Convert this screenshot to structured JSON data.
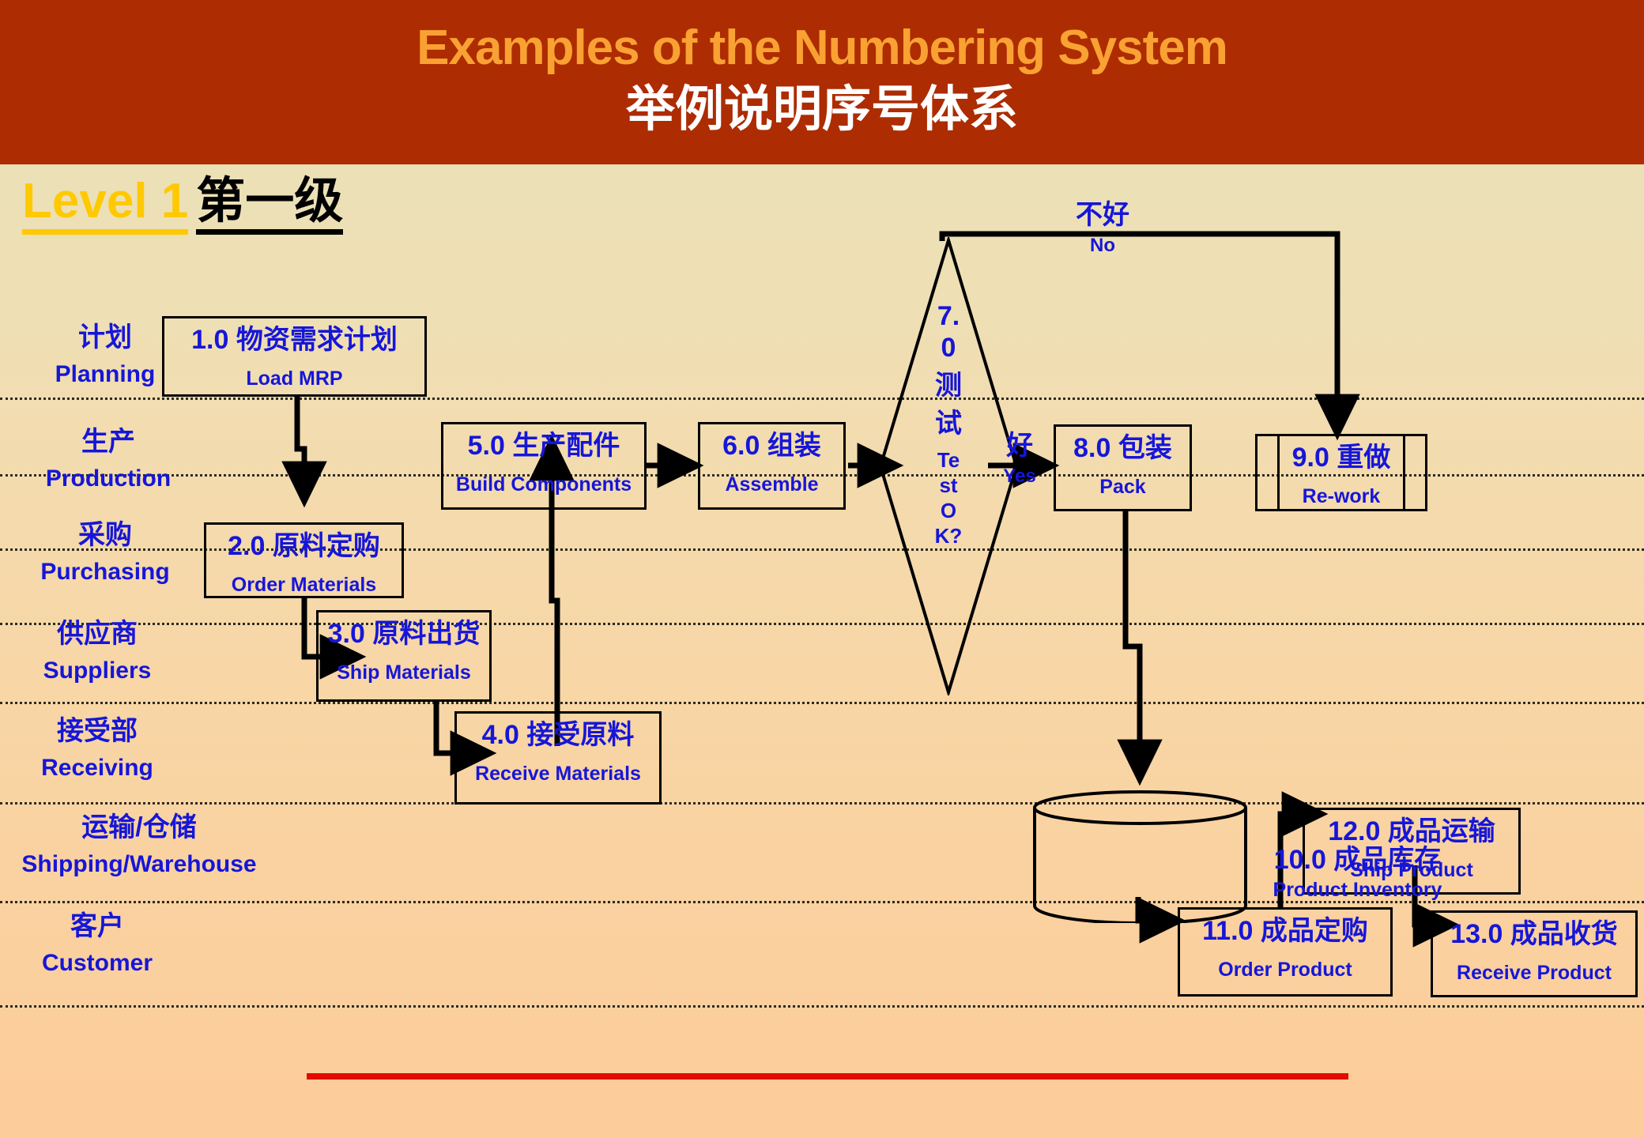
{
  "banner": {
    "title_en": "Examples of the Numbering System",
    "title_zh": "举例说明序号体系",
    "bg_color": "#AD2C02",
    "en_color": "#F9A132",
    "zh_color": "#FFFFFF"
  },
  "heading": {
    "level_en": "Level 1",
    "level_zh": "第一级",
    "en_color": "#FFC900",
    "zh_color": "#000000"
  },
  "colors": {
    "text_blue": "#1616D8",
    "line_black": "#000000",
    "red_rule": "#E20B00",
    "bg_top": "#E8E1BA",
    "bg_bottom": "#FCCC99"
  },
  "lanes": [
    {
      "zh": "计划",
      "en": "Planning"
    },
    {
      "zh": "生产",
      "en": "Production"
    },
    {
      "zh": "采购",
      "en": "Purchasing"
    },
    {
      "zh": "供应商",
      "en": "Suppliers"
    },
    {
      "zh": "接受部",
      "en": "Receiving"
    },
    {
      "zh": "运输/仓储",
      "en": "Shipping/Warehouse"
    },
    {
      "zh": "客户",
      "en": "Customer"
    }
  ],
  "nodes": [
    {
      "id": "n1",
      "num": "1.0",
      "zh": "物资需求计划",
      "en": "Load MRP",
      "shape": "process",
      "lane": "Planning"
    },
    {
      "id": "n2",
      "num": "2.0",
      "zh": "原料定购",
      "en": "Order Materials",
      "shape": "process",
      "lane": "Purchasing"
    },
    {
      "id": "n3",
      "num": "3.0",
      "zh": "原料出货",
      "en": "Ship Materials",
      "shape": "process",
      "lane": "Suppliers"
    },
    {
      "id": "n4",
      "num": "4.0",
      "zh": "接受原料",
      "en": "Receive Materials",
      "shape": "process",
      "lane": "Receiving"
    },
    {
      "id": "n5",
      "num": "5.0",
      "zh": "生产配件",
      "en": "Build Components",
      "shape": "process",
      "lane": "Production"
    },
    {
      "id": "n6",
      "num": "6.0",
      "zh": "组装",
      "en": "Assemble",
      "shape": "process",
      "lane": "Production"
    },
    {
      "id": "n7",
      "num": "7.0",
      "zh": "测试",
      "en": "Test OK?",
      "shape": "decision",
      "lane": "Production"
    },
    {
      "id": "n8",
      "num": "8.0",
      "zh": "包装",
      "en": "Pack",
      "shape": "process",
      "lane": "Production"
    },
    {
      "id": "n9",
      "num": "9.0",
      "zh": "重做",
      "en": "Re-work",
      "shape": "predefined-process",
      "lane": "Production"
    },
    {
      "id": "n10",
      "num": "10.0",
      "zh": "成品库存",
      "en": "Product Inventory",
      "shape": "cylinder",
      "lane": "Shipping/Warehouse"
    },
    {
      "id": "n11",
      "num": "11.0",
      "zh": "成品定购",
      "en": "Order Product",
      "shape": "process",
      "lane": "Customer"
    },
    {
      "id": "n12",
      "num": "12.0",
      "zh": "成品运输",
      "en": "Ship Product",
      "shape": "process",
      "lane": "Shipping/Warehouse"
    },
    {
      "id": "n13",
      "num": "13.0",
      "zh": "成品收货",
      "en": "Receive Product",
      "shape": "process",
      "lane": "Customer"
    }
  ],
  "node_labels": {
    "n1_zh": "1.0 物资需求计划",
    "n1_en": "Load MRP",
    "n2_zh": "2.0 原料定购",
    "n2_en": "Order Materials",
    "n3_zh": "3.0 原料出货",
    "n3_en": "Ship Materials",
    "n4_zh": "4.0 接受原料",
    "n4_en": "Receive Materials",
    "n5_zh": "5.0 生产配件",
    "n5_en": "Build Components",
    "n6_zh": "6.0 组装",
    "n6_en": "Assemble",
    "n8_zh": "8.0 包装",
    "n8_en": "Pack",
    "n9_zh": "9.0 重做",
    "n9_en": "Re-work",
    "n10_zh": "10.0 成品库存",
    "n10_en": "Product Inventory",
    "n11_zh": "11.0 成品定购",
    "n11_en": "Order Product",
    "n12_zh": "12.0 成品运输",
    "n12_en": "Ship Product",
    "n13_zh": "13.0 成品收货",
    "n13_en": "Receive Product"
  },
  "decision_text": {
    "l1": "7.",
    "l2": "0",
    "l3": "测",
    "l4": "试",
    "l5": "Te",
    "l6": "st",
    "l7": "O",
    "l8": "K?"
  },
  "edge_labels": {
    "no_zh": "不好",
    "no_en": "No",
    "yes_zh": "好",
    "yes_en": "Yes"
  }
}
